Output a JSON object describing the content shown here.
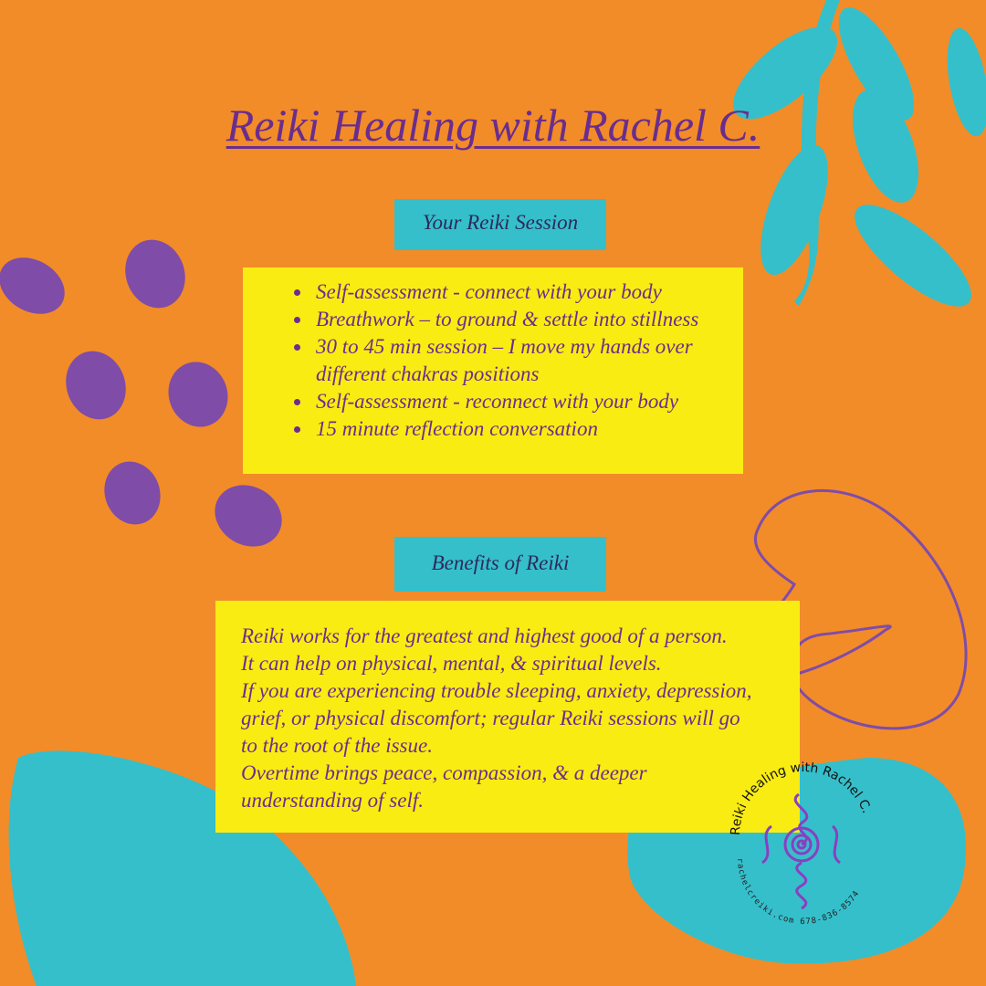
{
  "title": "Reiki Healing with Rachel C.",
  "session": {
    "heading": "Your Reiki Session",
    "items": [
      "Self-assessment - connect with your body",
      "Breathwork – to ground & settle into stillness",
      "30 to 45 min session – I move my hands over different chakras positions",
      "Self-assessment - reconnect with your body",
      "15 minute reflection conversation"
    ]
  },
  "benefits": {
    "heading": "Benefits of Reiki",
    "lines": [
      "Reiki works for the greatest and highest good of a person.",
      "It can help on physical, mental, & spiritual levels.",
      "If you are experiencing trouble sleeping, anxiety, depression, grief, or physical discomfort; regular Reiki sessions will go to the root of the issue.",
      "Overtime brings peace, compassion, & a deeper understanding of self."
    ]
  },
  "logo": {
    "top_text": "Reiki Healing with Rachel C.",
    "bottom_text": "rachelcreiki.com 678-836-8574"
  },
  "colors": {
    "background": "#f28c28",
    "teal": "#35bfcb",
    "yellow": "#f9ec12",
    "purple": "#7f4ca8"
  }
}
